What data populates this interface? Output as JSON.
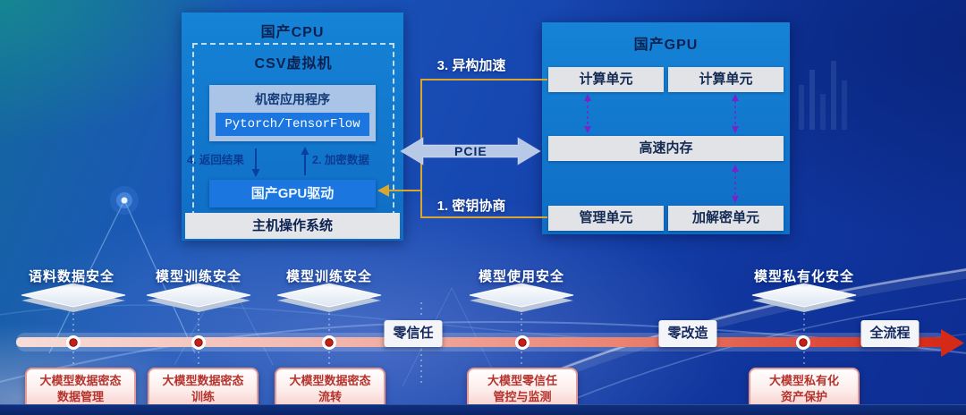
{
  "cpu_panel": {
    "title": "国产CPU",
    "vm_title": "CSV虚拟机",
    "app_label": "机密应用程序",
    "framework": "Pytorch/TensorFlow",
    "driver": "国产GPU驱动",
    "os": "主机操作系统"
  },
  "gpu_panel": {
    "title": "国产GPU",
    "units": {
      "compute_left": "计算单元",
      "compute_right": "计算单元",
      "memory": "高速内存",
      "management": "管理单元",
      "crypto": "加解密单元"
    }
  },
  "flow_steps": {
    "step1": "1. 密钥协商",
    "step2": "2. 加密数据",
    "step3": "3. 异构加速",
    "step4": "4. 返回结果",
    "bus": "PCIE"
  },
  "timeline": {
    "stages": [
      {
        "label": "语料数据安全",
        "box_line1": "大模型数据密态",
        "box_line2": "数据管理"
      },
      {
        "label": "模型训练安全",
        "box_line1": "大模型数据密态",
        "box_line2": "训练"
      },
      {
        "label": "模型训练安全",
        "box_line1": "大模型数据密态",
        "box_line2": "流转"
      },
      {
        "label": "模型使用安全",
        "box_line1": "大模型零信任",
        "box_line2": "管控与监测"
      },
      {
        "label": "模型私有化安全",
        "box_line1": "大模型私有化",
        "box_line2": "资产保护"
      }
    ],
    "milestones": [
      {
        "label": "零信任"
      },
      {
        "label": "零改造"
      },
      {
        "label": "全流程"
      }
    ]
  },
  "colors": {
    "panel_blue": "#1583d6",
    "accent_blue": "#1b76e0",
    "unit_gray": "#e2e3e7",
    "key_path_yellow": "#dba62d",
    "memory_arrow_purple": "#7b22cc",
    "timeline_red": "#d52a18",
    "pink_box_border": "#e59a96",
    "pink_box_text": "#b5332c"
  }
}
